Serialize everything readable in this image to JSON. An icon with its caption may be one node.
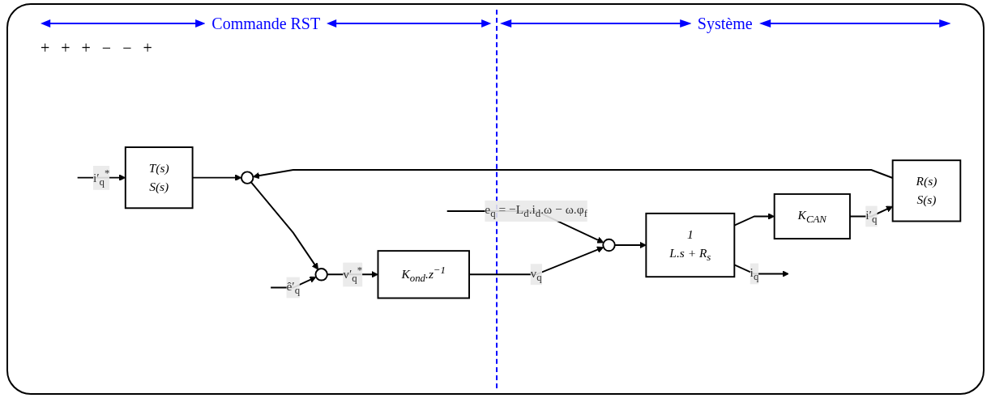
{
  "diagram": {
    "nodes": [
      {
        "text": [
          "T(s)",
          "S(s)"
        ]
      },
      {
        "text": [],
        "shape": "circle"
      },
      {
        "text": [],
        "shape": "circle"
      },
      {
        "text": [
          "K$_{ond}$.z$^{−1}$"
        ]
      },
      {
        "text": [],
        "shape": "circle"
      },
      {
        "text": [
          "1",
          "L.s + R$_{s}$"
        ]
      },
      {
        "text": [
          "K$_{CAN}$"
        ]
      },
      {
        "text": [
          "R(s)",
          "S(s)"
        ]
      }
    ],
    "edges": [
      {
        "from": null,
        "to": 0,
        "arrow": "to",
        "label": "i′$_{q}$$^{*}$"
      },
      {
        "from": 0,
        "to": 1,
        "arrow": "to"
      },
      {
        "from": 1,
        "to": 2,
        "arrow": "to"
      },
      {
        "from": 2,
        "to": 3,
        "arrow": "to",
        "label": "v′$_{q}$$^{*}$"
      },
      {
        "from": null,
        "to": 2,
        "arrow": "to",
        "label": "ê′$_{q}$"
      },
      {
        "from": 3,
        "to": 4,
        "arrow": "to",
        "label": "v$_{q}$"
      },
      {
        "from": null,
        "to": 4,
        "arrow": "to",
        "label": "e$_{q}$ = −L$_{d}$.i$_{d}$.ω − ω.φ$_{f}$"
      },
      {
        "from": 4,
        "to": 5,
        "arrow": "to"
      },
      {
        "from": 5,
        "to": null,
        "arrow": "to",
        "label": "i$_{q}$"
      },
      {
        "from": 5,
        "to": 6,
        "arrow": "to"
      },
      {
        "from": 6,
        "to": 7,
        "arrow": "to",
        "label": "i′$_{q}$"
      },
      {
        "from": 7,
        "to": 1,
        "arrow": "to"
      }
    ],
    "labels": [
      "Commande RST",
      "Système",
      "+",
      "+",
      "+",
      "−",
      "−",
      "+"
    ]
  }
}
